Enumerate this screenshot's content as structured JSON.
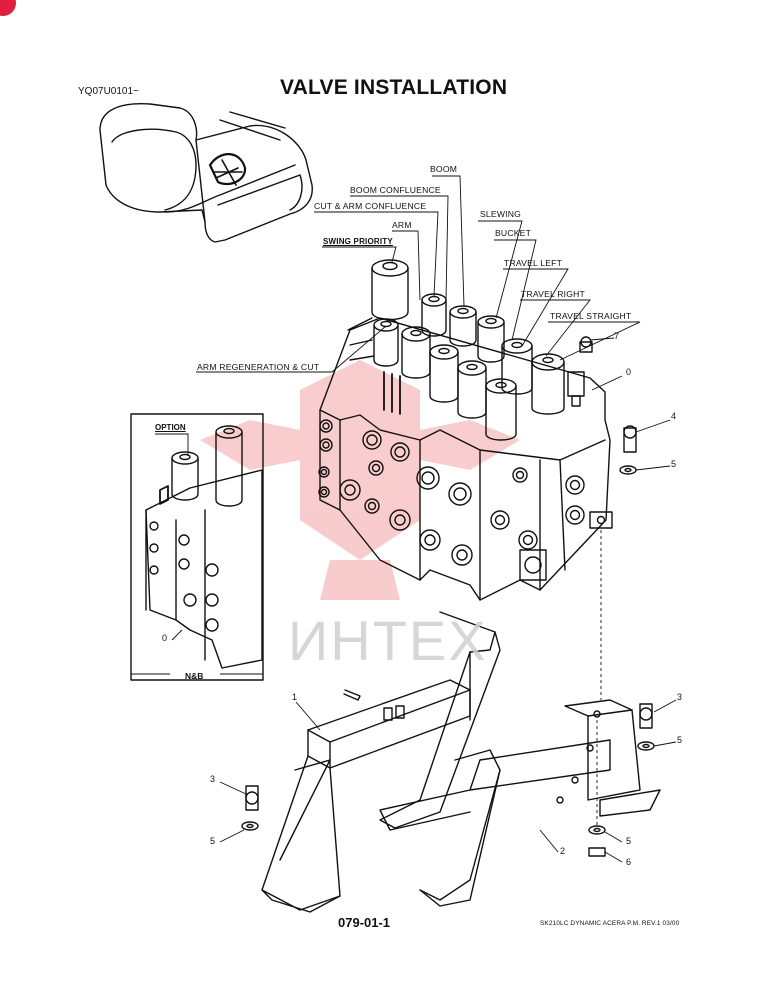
{
  "header": {
    "code": "YQ07U0101~",
    "title": "VALVE INSTALLATION"
  },
  "labels": {
    "boom": "BOOM",
    "boom_confluence": "BOOM CONFLUENCE",
    "cut_arm_confluence": "CUT & ARM CONFLUENCE",
    "arm": "ARM",
    "swing_priority": "SWING PRIORITY",
    "slewing": "SLEWING",
    "bucket": "BUCKET",
    "travel_left": "TRAVEL LEFT",
    "travel_right": "TRAVEL RIGHT",
    "travel_straight": "TRAVEL STRAIGHT",
    "arm_regeneration_cut": "ARM  REGENERATION & CUT"
  },
  "inset": {
    "option": "OPTION",
    "part": "0",
    "footer": "N&B"
  },
  "callouts": {
    "c7": "7",
    "c0": "0",
    "c4": "4",
    "c5a": "5",
    "c1": "1",
    "c3a": "3",
    "c5b": "5",
    "c3b": "3",
    "c5c": "5",
    "c2": "2",
    "c5d": "5",
    "c6": "6"
  },
  "watermark": "ИНТЕХ",
  "footer": {
    "page_code": "079-01-1",
    "revision": "SK210LC DYNAMIC ACERA P.M.  REV.1 03/00"
  },
  "colors": {
    "line": "#111111",
    "watermark": "#e8484d",
    "corner_badge": "#e02040"
  }
}
